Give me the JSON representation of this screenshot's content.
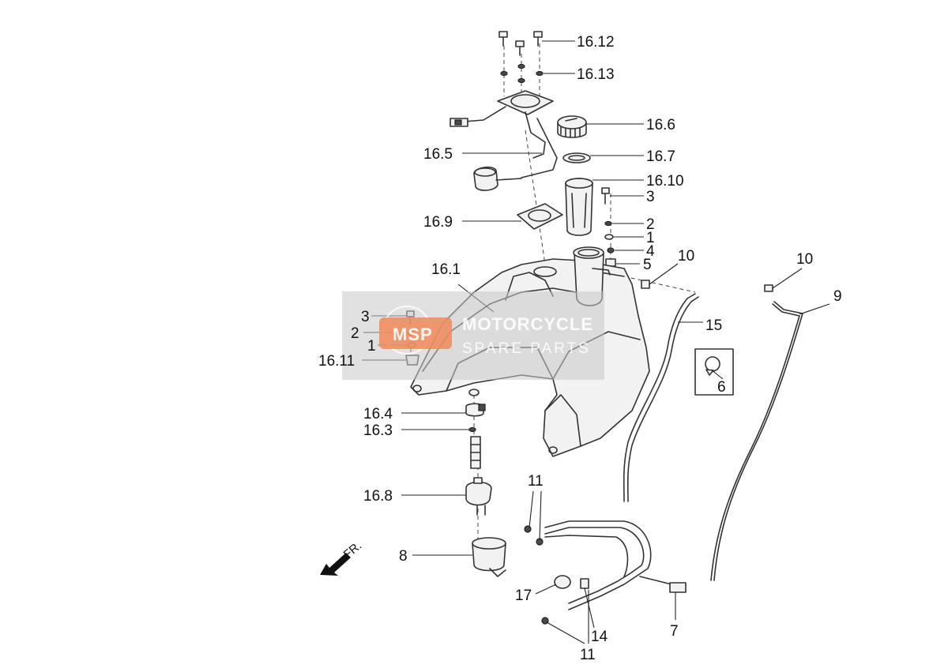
{
  "callouts": {
    "c16_12": "16.12",
    "c16_13": "16.13",
    "c16_6": "16.6",
    "c16_5": "16.5",
    "c16_7": "16.7",
    "c16_10": "16.10",
    "c3_right": "3",
    "c16_9": "16.9",
    "c2_right": "2",
    "c1_right": "1",
    "c4": "4",
    "c5": "5",
    "c10_mid": "10",
    "c10_right": "10",
    "c9": "9",
    "c16_1": "16.1",
    "c15": "15",
    "c3_left": "3",
    "c2_left": "2",
    "c1_left": "1",
    "c16_11": "16.11",
    "c6": "6",
    "c16_4": "16.4",
    "c16_3": "16.3",
    "c11_top": "11",
    "c16_8": "16.8",
    "c8": "8",
    "c17": "17",
    "c14": "14",
    "c7": "7",
    "c11_bottom": "11"
  },
  "direction_label": "FR.",
  "watermark": {
    "line1": "MOTORCYCLE",
    "line2": "SPARE PARTS",
    "logo_text": "MSP"
  },
  "colors": {
    "line": "#333333",
    "watermark_gray": "#c8c8c8",
    "watermark_orange": "#f08a5a"
  }
}
